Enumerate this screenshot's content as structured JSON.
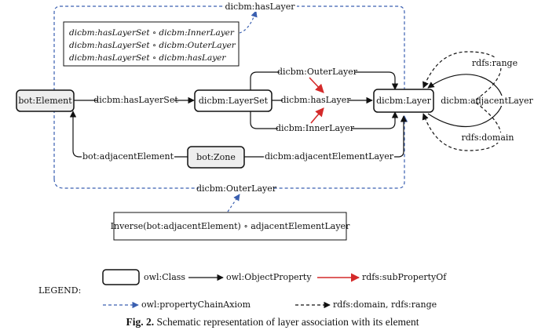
{
  "colors": {
    "class_fill_gray": "#eeeeee",
    "class_fill_white": "#ffffff",
    "object_property": "#111111",
    "subproperty": "#d42a2a",
    "chain_axiom": "#3a5fb0",
    "domain_range": "#111111"
  },
  "nodes": {
    "element": "bot:Element",
    "layer_set": "dicbm:LayerSet",
    "layer": "dicbm:Layer",
    "zone": "bot:Zone"
  },
  "edges": {
    "has_layer_set": "dicbm:hasLayerSet",
    "has_layer": "dicbm:hasLayer",
    "outer_layer": "dicbm:OuterLayer",
    "inner_layer": "dicbm:InnerLayer",
    "adjacent_element": "bot:adjacentElement",
    "adjacent_element_layer": "dicbm:adjacentElementLayer",
    "adjacent_layer": "dicbm:adjacentLayer",
    "range": "rdfs:range",
    "domain": "rdfs:domain",
    "top_chain": "dicbm:hasLayer",
    "bottom_chain": "dicbm:OuterLayer"
  },
  "chain_box": [
    "dicbm:hasLayerSet ∘ dicbm:InnerLayer",
    "dicbm:hasLayerSet ∘ dicbm:OuterLayer",
    "dicbm:hasLayerSet ∘ dicbm:hasLayer"
  ],
  "inverse_box": "Inverse(bot:adjacentElement) ∘ adjacentElementLayer",
  "legend": {
    "title": "LEGEND:",
    "class": "owl:Class",
    "object_property": "owl:ObjectProperty",
    "subproperty": "rdfs:subPropertyOf",
    "chain_axiom": "owl:propertyChainAxiom",
    "domain_range": "rdfs:domain, rdfs:range"
  },
  "caption": {
    "label": "Fig. 2.",
    "text": " Schematic representation of layer association with its element"
  }
}
